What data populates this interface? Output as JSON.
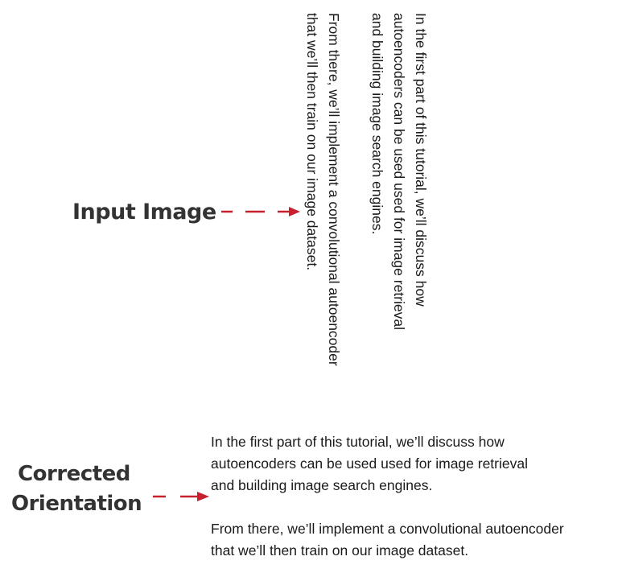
{
  "labels": {
    "input": "Input Image",
    "corrected_line1": "Corrected",
    "corrected_line2": "Orientation"
  },
  "colors": {
    "label_text": "#333333",
    "arrow": "#c8202f",
    "document_text": "#1a1a1a",
    "background": "#ffffff"
  },
  "input_image": {
    "rotation_degrees": 90,
    "paragraphs": [
      {
        "lines": [
          "In the first part of this tutorial, we’ll discuss how",
          "autoencoders can be used used for image retrieval",
          "and building image search engines."
        ]
      },
      {
        "lines": [
          "From there, we’ll implement a convolutional autoencoder",
          "that we’ll then train on our image dataset."
        ]
      }
    ]
  },
  "corrected_image": {
    "rotation_degrees": 0,
    "paragraphs": [
      {
        "lines": [
          "In the first part of this tutorial, we’ll discuss how",
          "autoencoders can be used used for image retrieval",
          "and building image search engines."
        ]
      },
      {
        "lines": [
          "From there, we’ll implement a convolutional autoencoder",
          "that we’ll then train on our image dataset."
        ]
      }
    ]
  },
  "icons": {
    "input_arrow": "dashed-arrow-right",
    "corrected_arrow": "dashed-arrow-right"
  }
}
